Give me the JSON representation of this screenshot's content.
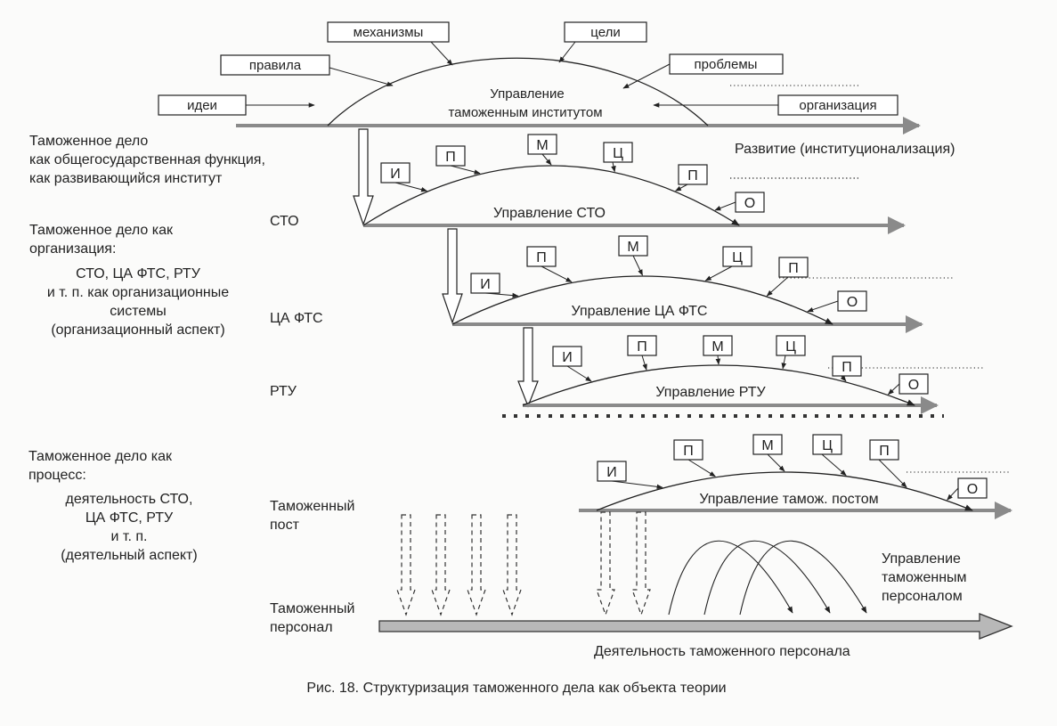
{
  "caption": "Рис. 18. Структуризация таможенного дела как объекта теории",
  "colors": {
    "ink": "#222222",
    "axis": "#8a8a8a",
    "box_fill": "#ffffff",
    "personnel_bar": "#b8b8b8"
  },
  "left_column": {
    "block1": [
      "Таможенное дело",
      "как общегосударственная функция,",
      "как развивающийся институт"
    ],
    "block2_head": [
      "Таможенное дело как",
      "организация:"
    ],
    "block2_body": [
      "СТО, ЦА ФТС, РТУ",
      "и т. п. как организационные",
      "системы",
      "(организационный аспект)"
    ],
    "block3_head": [
      "Таможенное дело как",
      "процесс:"
    ],
    "block3_body": [
      "деятельность СТО,",
      "ЦА ФТС, РТУ",
      "и т. п.",
      "(деятельный аспект)"
    ]
  },
  "level_labels": {
    "sto": "СТО",
    "ca_fts": "ЦА ФТС",
    "rtu": "РТУ",
    "post": [
      "Таможенный",
      "пост"
    ],
    "personnel": [
      "Таможенный",
      "персонал"
    ]
  },
  "institute": {
    "title": [
      "Управление",
      "таможенным институтом"
    ],
    "inputs": [
      "идеи",
      "правила",
      "механизмы",
      "цели",
      "проблемы",
      "организация"
    ],
    "axis_label": "Развитие (институционализация)",
    "ellipsis": "………………"
  },
  "levels": [
    {
      "id": "sto",
      "title": "Управление СТО",
      "boxes": [
        "И",
        "П",
        "М",
        "Ц",
        "П",
        "О"
      ]
    },
    {
      "id": "ca_fts",
      "title": "Управление ЦА ФТС",
      "boxes": [
        "И",
        "П",
        "М",
        "Ц",
        "П",
        "О"
      ]
    },
    {
      "id": "rtu",
      "title": "Управление РТУ",
      "boxes": [
        "И",
        "П",
        "М",
        "Ц",
        "П",
        "О"
      ]
    },
    {
      "id": "post",
      "title": "Управление тамож. постом",
      "boxes": [
        "И",
        "П",
        "М",
        "Ц",
        "П",
        "О"
      ]
    }
  ],
  "personnel": {
    "management_label": [
      "Управление",
      "таможенным",
      "персоналом"
    ],
    "activity_label": "Деятельность таможенного персонала"
  }
}
